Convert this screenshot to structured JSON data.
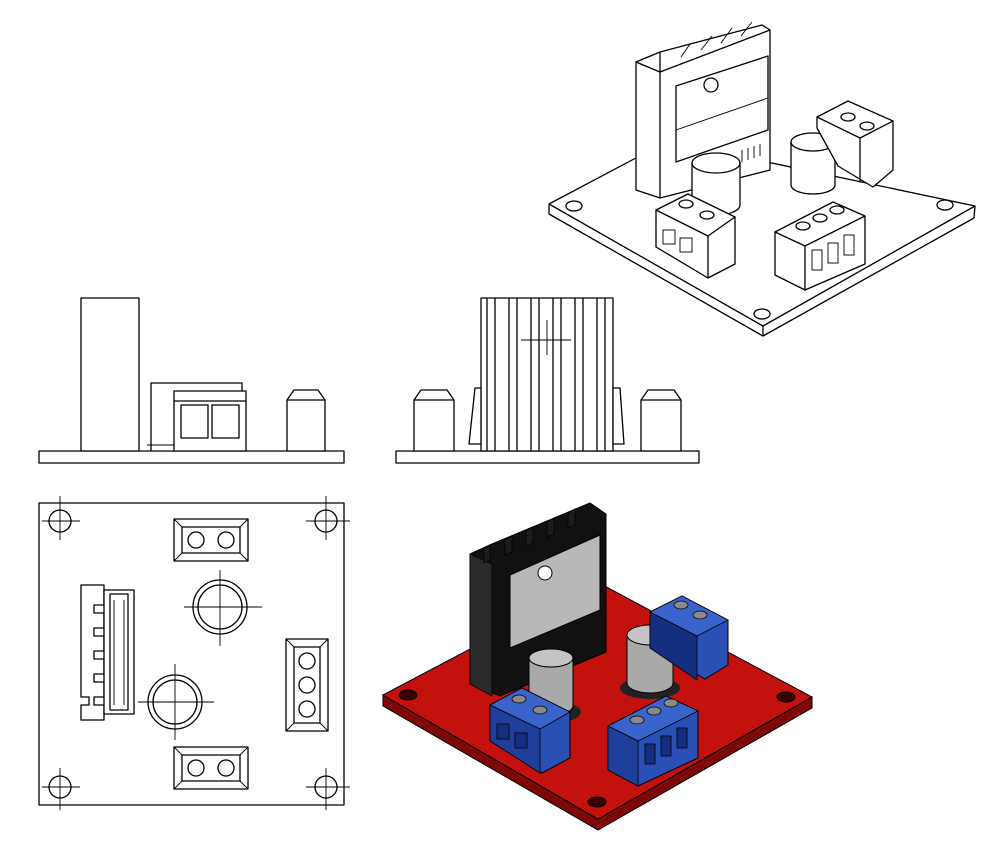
{
  "drawing": {
    "views": [
      {
        "id": "isometric-wireframe",
        "style": "line"
      },
      {
        "id": "front",
        "style": "line"
      },
      {
        "id": "right",
        "style": "line"
      },
      {
        "id": "top",
        "style": "line"
      },
      {
        "id": "isometric-shaded",
        "style": "shaded"
      }
    ],
    "colors": {
      "pcb": "#c3120e",
      "pcb_dark": "#7d0806",
      "terminal": "#2a4fb5",
      "terminal_dark": "#152f80",
      "heatsink": "#141414",
      "capacitor": "#a9a9a9",
      "ic_plate": "#b8b8b8",
      "line": "#000000",
      "paper": "#ffffff"
    },
    "components": [
      "pcb",
      "heatsink",
      "driver-ic",
      "capacitor",
      "capacitor",
      "terminal-block-2",
      "terminal-block-2",
      "terminal-block-3",
      "mounting-hole"
    ]
  }
}
